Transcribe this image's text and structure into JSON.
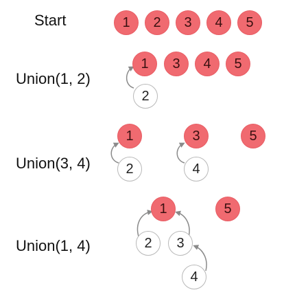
{
  "colors": {
    "root_fill": "#f06a70",
    "child_fill": "#ffffff",
    "child_border": "#b8b8b8",
    "arrow": "#8a8a8a"
  },
  "rows": [
    {
      "label": "Start",
      "roots": [
        "1",
        "2",
        "3",
        "4",
        "5"
      ],
      "children": [],
      "edges": []
    },
    {
      "label": "Union(1, 2)",
      "roots": [
        "1",
        "3",
        "4",
        "5"
      ],
      "children": [
        "2"
      ],
      "edges": [
        {
          "from": "2",
          "to": "1"
        }
      ]
    },
    {
      "label": "Union(3, 4)",
      "roots": [
        "1",
        "3",
        "5"
      ],
      "children": [
        "2",
        "4"
      ],
      "edges": [
        {
          "from": "2",
          "to": "1"
        },
        {
          "from": "4",
          "to": "3"
        }
      ]
    },
    {
      "label": "Union(1, 4)",
      "roots": [
        "1",
        "5"
      ],
      "children": [
        "2",
        "3",
        "4"
      ],
      "edges": [
        {
          "from": "2",
          "to": "1"
        },
        {
          "from": "3",
          "to": "1"
        },
        {
          "from": "4",
          "to": "3"
        }
      ]
    }
  ]
}
